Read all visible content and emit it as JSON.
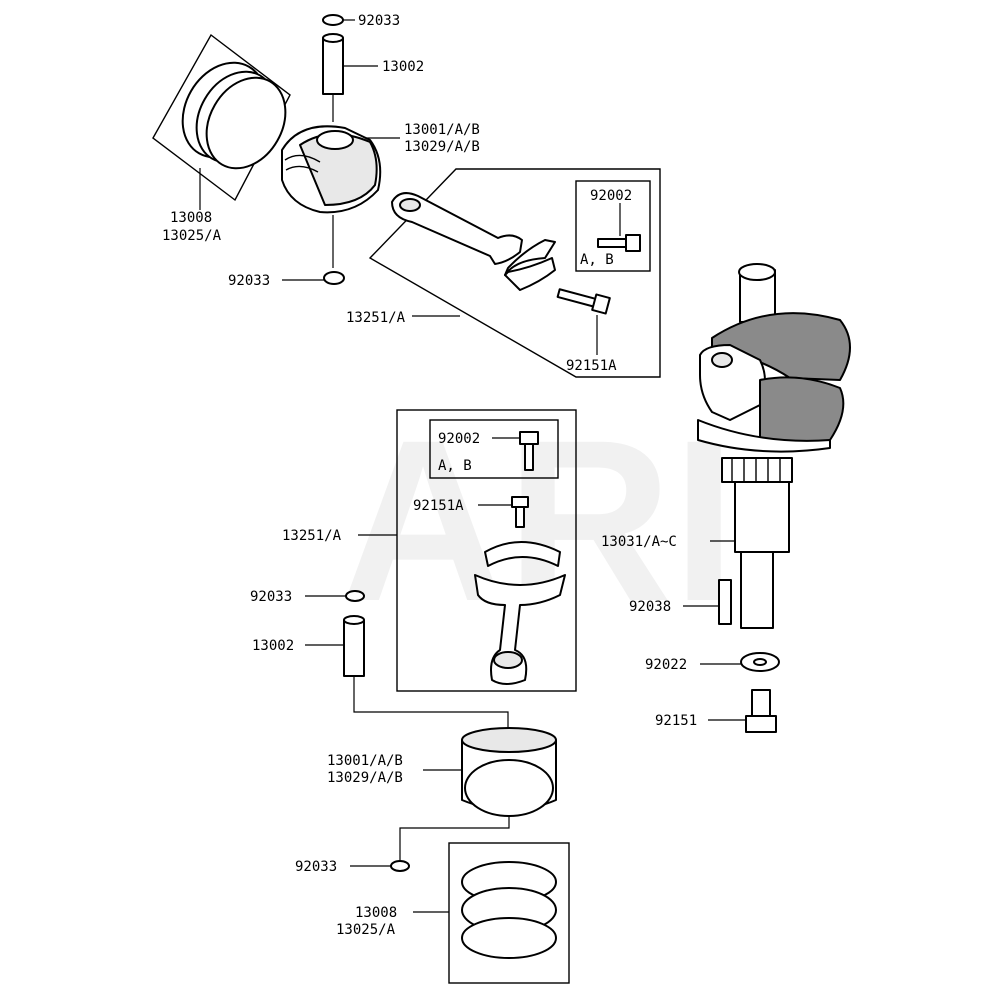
{
  "watermark": "ARI",
  "labels": {
    "circlip_top": "92033",
    "pin_top": "13002",
    "piston_top_a": "13001/A/B",
    "piston_top_b": "13029/A/B",
    "rings_top_a": "13008",
    "rings_top_b": "13025/A",
    "circlip_top2": "92033",
    "bolt_box_top": "92002",
    "bolt_box_top_ab": "A, B",
    "conrod_top": "13251/A",
    "bolt_top": "92151A",
    "bolt_box_mid": "92002",
    "bolt_box_mid_ab": "A, B",
    "bolt_mid": "92151A",
    "conrod_mid": "13251/A",
    "circlip_mid": "92033",
    "pin_mid": "13002",
    "crank": "13031/A~C",
    "key": "92038",
    "washer": "92022",
    "crank_bolt": "92151",
    "piston_bot_a": "13001/A/B",
    "piston_bot_b": "13029/A/B",
    "circlip_bot": "92033",
    "rings_bot_a": "13008",
    "rings_bot_b": "13025/A"
  }
}
